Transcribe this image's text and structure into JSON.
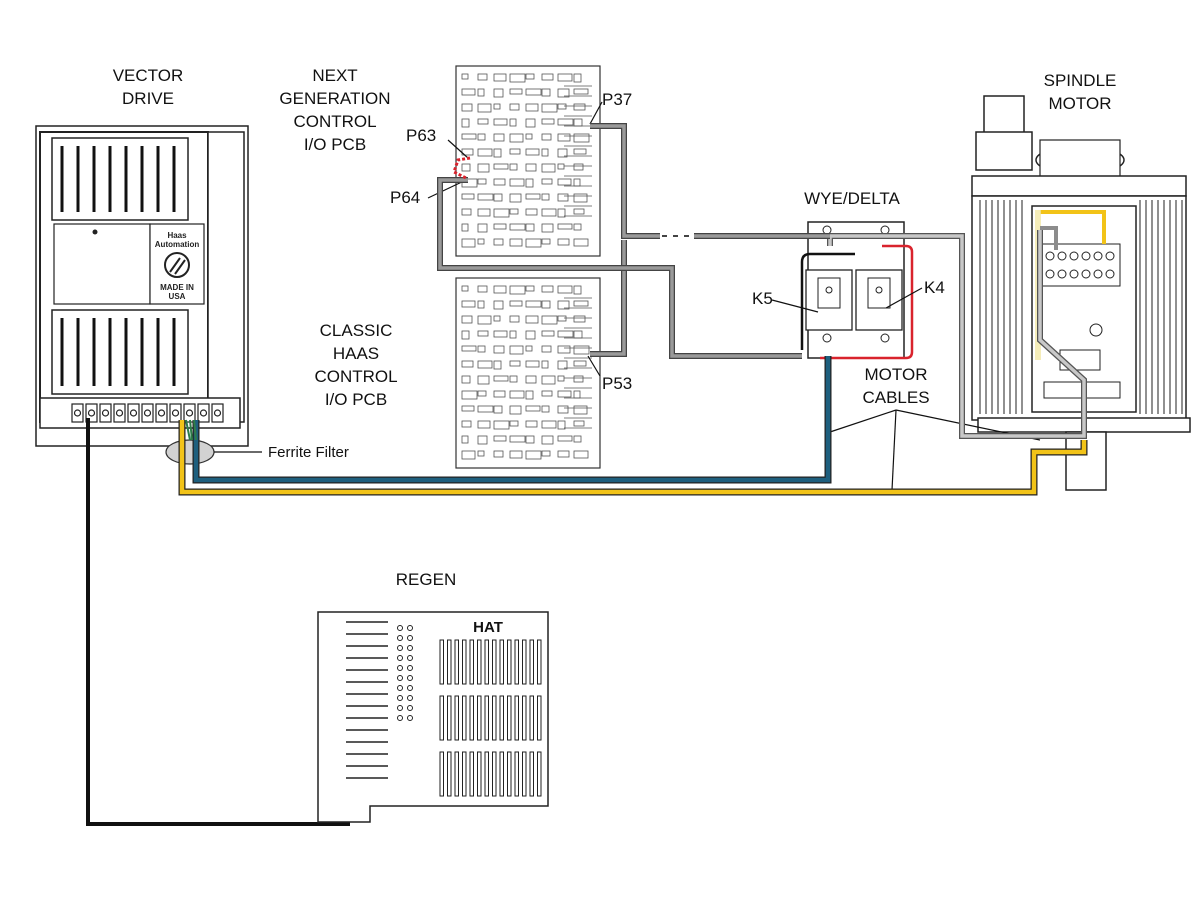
{
  "labels": {
    "vector_drive": [
      "VECTOR",
      "DRIVE"
    ],
    "next_gen_pcb": [
      "NEXT",
      "GENERATION",
      "CONTROL",
      "I/O PCB"
    ],
    "classic_pcb": [
      "CLASSIC",
      "HAAS",
      "CONTROL",
      "I/O PCB"
    ],
    "spindle_motor": [
      "SPINDLE",
      "MOTOR"
    ],
    "wye_delta": "WYE/DELTA",
    "motor_cables": [
      "MOTOR",
      "CABLES"
    ],
    "ferrite_filter": "Ferrite Filter",
    "regen": "REGEN",
    "regen_brand": "HAT",
    "p37": "P37",
    "p63": "P63",
    "p64": "P64",
    "p53": "P53",
    "k4": "K4",
    "k5": "K5"
  },
  "drive_logo": {
    "brand": [
      "Haas",
      "Automation"
    ],
    "origin": [
      "MADE IN",
      "USA"
    ]
  },
  "colors": {
    "blue_cable": "#1e5f7e",
    "yellow_cable": "#f2c318",
    "gray_cable": "#8c8c8c",
    "red_wire": "#d9232d",
    "black_wire": "#111111"
  }
}
